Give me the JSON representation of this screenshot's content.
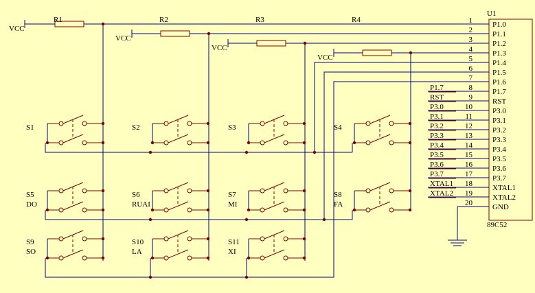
{
  "chip": {
    "ref": "U1",
    "part": "89C52",
    "pins": [
      {
        "num": "1",
        "name": "P1.0"
      },
      {
        "num": "2",
        "name": "P1.1"
      },
      {
        "num": "3",
        "name": "P1.2"
      },
      {
        "num": "4",
        "name": "P1.3"
      },
      {
        "num": "5",
        "name": "P1.4"
      },
      {
        "num": "6",
        "name": "P1.5"
      },
      {
        "num": "7",
        "name": "P1.6"
      },
      {
        "num": "8",
        "name": "P1.7"
      },
      {
        "num": "9",
        "name": "RST"
      },
      {
        "num": "10",
        "name": "P3.0"
      },
      {
        "num": "11",
        "name": "P3.1"
      },
      {
        "num": "12",
        "name": "P3.2"
      },
      {
        "num": "13",
        "name": "P3.3"
      },
      {
        "num": "14",
        "name": "P3.4"
      },
      {
        "num": "15",
        "name": "P3.5"
      },
      {
        "num": "16",
        "name": "P3.6"
      },
      {
        "num": "17",
        "name": "P3.7"
      },
      {
        "num": "18",
        "name": "XTAL1"
      },
      {
        "num": "19",
        "name": "XTAL2"
      },
      {
        "num": "20",
        "name": "GND"
      }
    ],
    "net_labels": [
      "P1.7",
      "RST",
      "P3.0",
      "P3.1",
      "P3.2",
      "P3.3",
      "P3.4",
      "P3.5",
      "P3.6",
      "P3.7",
      "XTAL1",
      "XTAL2"
    ]
  },
  "resistors": [
    "R1",
    "R2",
    "R3",
    "R4"
  ],
  "vcc_label": "VCC",
  "switches": [
    {
      "ref": "S1",
      "note": ""
    },
    {
      "ref": "S2",
      "note": ""
    },
    {
      "ref": "S3",
      "note": ""
    },
    {
      "ref": "S4",
      "note": ""
    },
    {
      "ref": "S5",
      "note": "DO"
    },
    {
      "ref": "S6",
      "note": "RUAI"
    },
    {
      "ref": "S7",
      "note": "MI"
    },
    {
      "ref": "S8",
      "note": "FA"
    },
    {
      "ref": "S9",
      "note": "SO"
    },
    {
      "ref": "S10",
      "note": "LA"
    },
    {
      "ref": "S11",
      "note": "XI"
    }
  ],
  "colors": {
    "background": "#ffffc0",
    "wire": "#000080",
    "component": "#800000",
    "junction": "#800000"
  }
}
